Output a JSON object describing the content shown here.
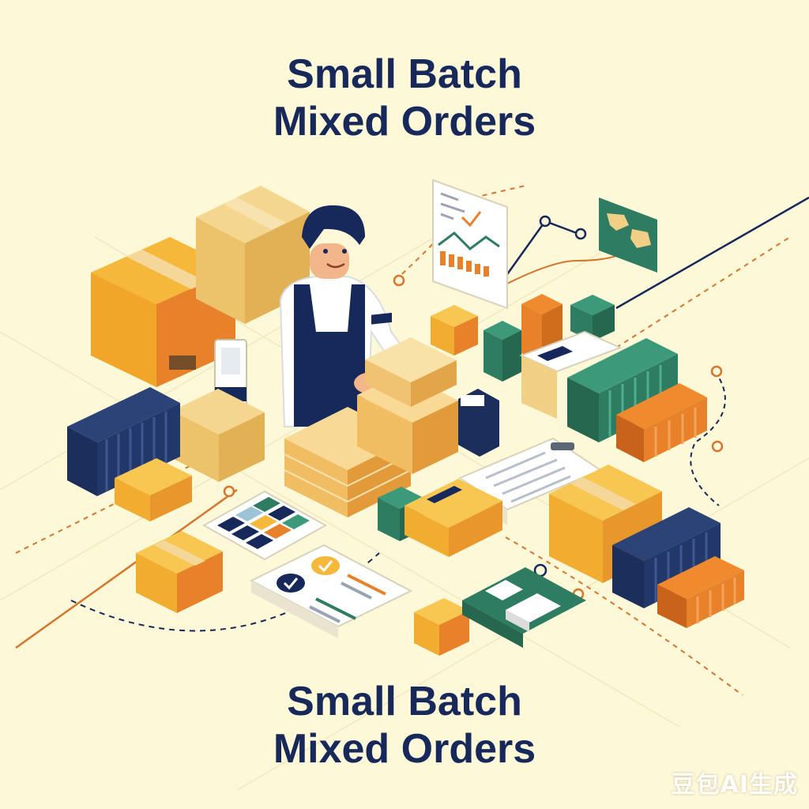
{
  "title_top": {
    "line1": "Small Batch",
    "line2": "Mixed Orders"
  },
  "title_bottom": {
    "line1": "Small Batch",
    "line2": "Mixed Orders"
  },
  "watermark": "豆包AI生成",
  "colors": {
    "background": "#fdf8d8",
    "navy": "#17285a",
    "orange": "#e8822a",
    "yellow": "#f6b83a",
    "kraft": "#f1cf85",
    "green": "#2e7d62",
    "white": "#ffffff"
  }
}
